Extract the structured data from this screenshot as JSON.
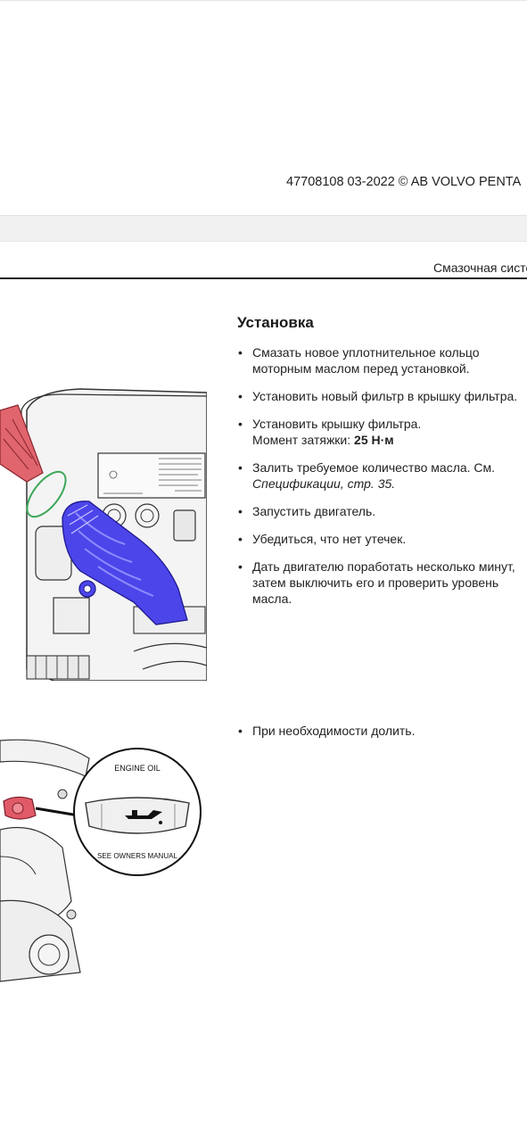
{
  "footer": {
    "code": "47708108 03-2022  © AB VOLVO PENTA"
  },
  "header": {
    "section": "Смазочная система"
  },
  "install": {
    "title": "Установка",
    "step1_l1": "Смазать новое уплотнительное кольцо",
    "step1_l2": "моторным маслом перед установкой.",
    "step2": "Установить новый фильтр в крышку фильтра.",
    "step3_l1": "Установить крышку фильтра.",
    "step3_torque_label": "Момент затяжки: ",
    "step3_torque_value": "25 Н·м",
    "step4_l1": "Залить требуемое количество масла. См.",
    "step4_ref": "Спецификации, стр. 35.",
    "step5": "Запустить двигатель.",
    "step6": "Убедиться, что нет утечек.",
    "step7_l1": "Дать двигателю поработать несколько минут,",
    "step7_l2": "затем выключить его и проверить уровень",
    "step7_l3": "масла."
  },
  "topup": {
    "step1": "При необходимости долить."
  },
  "figure2": {
    "cap_top": "ENGINE OIL",
    "cap_bottom": "SEE OWNERS MANUAL"
  },
  "colors": {
    "filter_housing": "#4c45ea",
    "filter_tool": "#e0656c",
    "o_ring": "#3ea85a",
    "oil_cap": "#e05a68"
  }
}
